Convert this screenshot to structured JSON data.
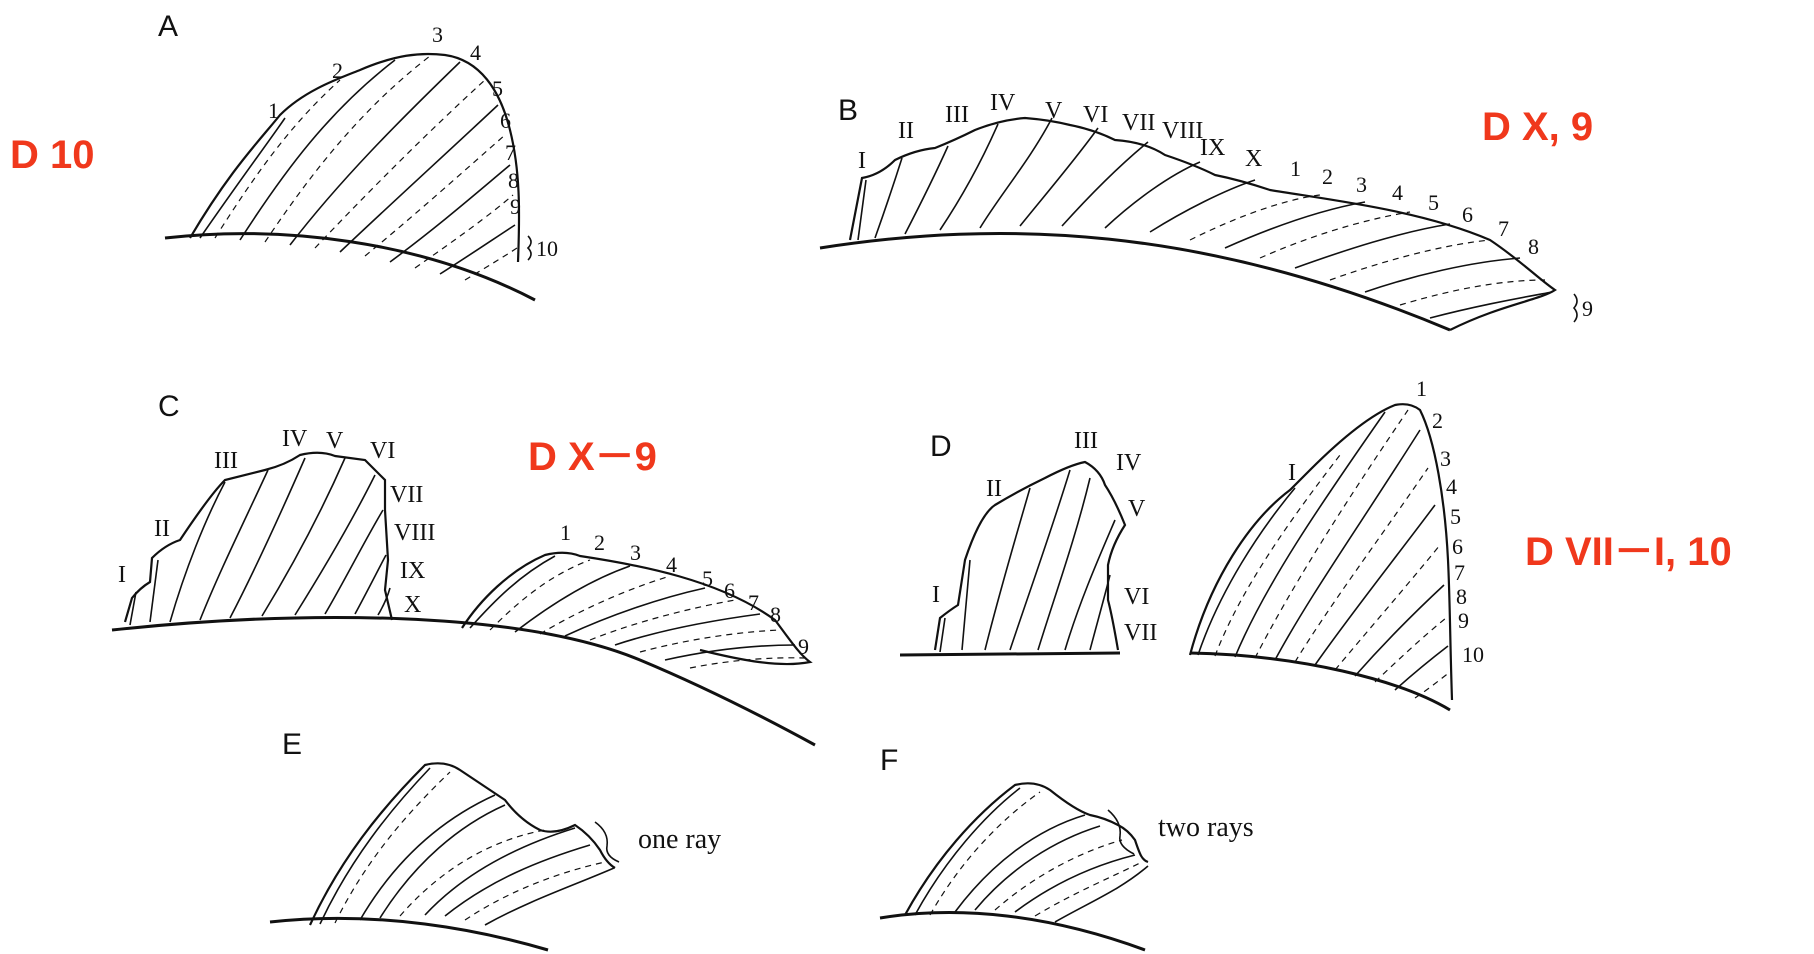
{
  "colors": {
    "formula": "#f0381c",
    "ink": "#111111"
  },
  "panels": {
    "A": {
      "letter": "A",
      "formula": "D 10",
      "soft_ray_numbers": [
        "1",
        "2",
        "3",
        "4",
        "5",
        "6",
        "7",
        "8",
        "9",
        "10"
      ]
    },
    "B": {
      "letter": "B",
      "formula": "D X, 9",
      "spine_numerals": [
        "I",
        "II",
        "III",
        "IV",
        "V",
        "VI",
        "VII",
        "VIII",
        "IX",
        "X"
      ],
      "soft_ray_numbers": [
        "1",
        "2",
        "3",
        "4",
        "5",
        "6",
        "7",
        "8",
        "9"
      ]
    },
    "C": {
      "letter": "C",
      "formula": "D X－9",
      "spine_numerals": [
        "I",
        "II",
        "III",
        "IV",
        "V",
        "VI",
        "VII",
        "VIII",
        "IX",
        "X"
      ],
      "soft_ray_numbers": [
        "1",
        "2",
        "3",
        "4",
        "5",
        "6",
        "7",
        "8",
        "9"
      ]
    },
    "D": {
      "letter": "D",
      "formula": "D VII－I, 10",
      "spine_numerals": [
        "I",
        "II",
        "III",
        "IV",
        "V",
        "VI",
        "VII"
      ],
      "second_fin_spine": "I",
      "soft_ray_numbers": [
        "1",
        "2",
        "3",
        "4",
        "5",
        "6",
        "7",
        "8",
        "9",
        "10"
      ]
    },
    "E": {
      "letter": "E",
      "note": "one ray"
    },
    "F": {
      "letter": "F",
      "note": "two rays"
    }
  }
}
